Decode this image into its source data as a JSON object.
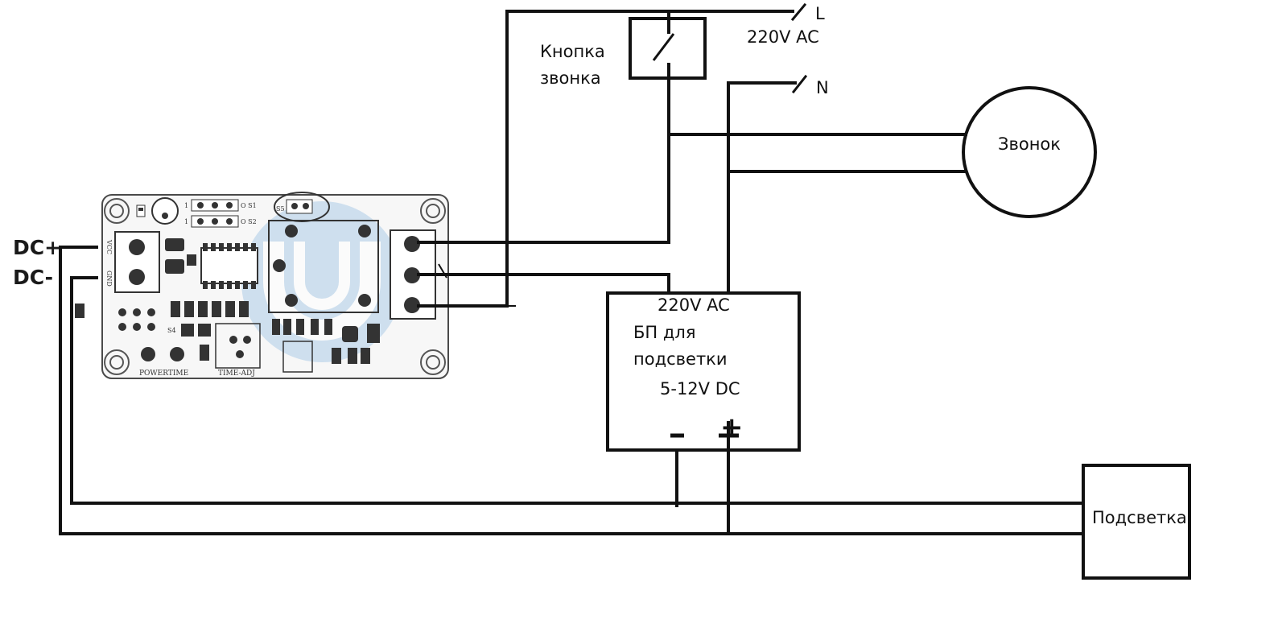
{
  "switch": {
    "label_line1": "Кнопка",
    "label_line2": "звонка"
  },
  "mains": {
    "l_label": "L",
    "voltage": "220V AC",
    "n_label": "N"
  },
  "bell": {
    "label": "Звонок"
  },
  "psu": {
    "input": "220V AC",
    "title_line1": "БП для",
    "title_line2": "подсветки",
    "output": "5-12V DC",
    "minus": "-",
    "plus": "+"
  },
  "backlight": {
    "label": "Подсветка"
  },
  "module": {
    "dc_plus": "DC+",
    "dc_minus": "DC-",
    "silk_vcc": "VCC",
    "silk_gnd": "GND",
    "silk_1a": "1",
    "silk_1b": "1",
    "silk_os1": "O S1",
    "silk_os2": "O S2",
    "silk_s5": "S5",
    "silk_s4": "S4",
    "silk_powertime": "POWERTIME",
    "silk_timeadj": "TIME-ADJ"
  }
}
